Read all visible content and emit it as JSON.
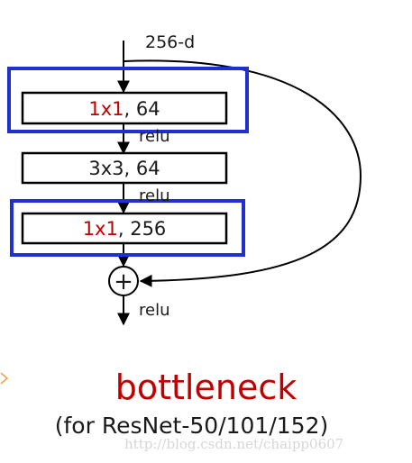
{
  "diagram": {
    "input_label": "256-d",
    "layers": [
      {
        "kernel": "1x1",
        "channels": "64",
        "highlighted": true
      },
      {
        "kernel": "3x3",
        "channels": "64",
        "highlighted": false
      },
      {
        "kernel": "1x1",
        "channels": "256",
        "highlighted": true
      }
    ],
    "activations": [
      "relu",
      "relu",
      "relu"
    ],
    "add_symbol": "+"
  },
  "caption": {
    "title": "bottleneck",
    "subtitle": "(for ResNet-50/101/152)"
  },
  "watermark": "http://blog.csdn.net/chaipp0607",
  "colors": {
    "highlight_border": "#1f2fd0",
    "accent_text": "#c00000",
    "line": "#000000"
  }
}
